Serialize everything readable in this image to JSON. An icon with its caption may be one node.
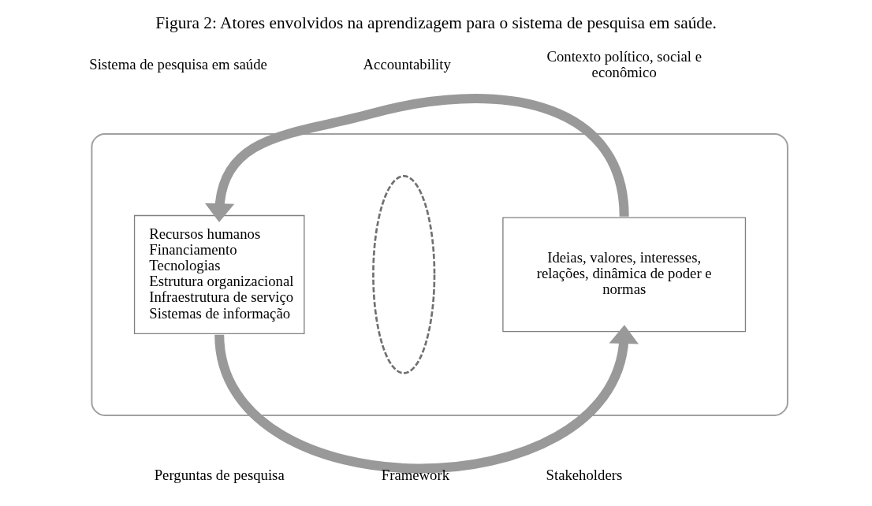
{
  "diagram": {
    "title": "Figura 2: Atores envolvidos na aprendizagem para o sistema de pesquisa em saúde.",
    "nodes": [
      {
        "text": [],
        "shape": "ellipse"
      },
      {
        "text": [
          "Recursos humanos Financiamento Tecnologias Estrutura organizacional Infraestrutura de serviço Sistemas de informação"
        ],
        "in": 0
      },
      {
        "text": [],
        "shape": "ellipse",
        "in": 0
      },
      {
        "text": [
          "Ideias, valores, interesses, relações, dinâmica de poder e normas"
        ],
        "in": 0
      }
    ],
    "edges": [
      {
        "from": 3,
        "to": 1,
        "arrow": "to"
      },
      {
        "from": 1,
        "to": 3,
        "arrow": "to"
      }
    ],
    "labels": [
      "Sistema de pesquisa em saúde",
      "Accountability",
      "Contexto político, social e econômico",
      "Perguntas de pesquisa",
      "Framework",
      "Stakeholders"
    ]
  }
}
